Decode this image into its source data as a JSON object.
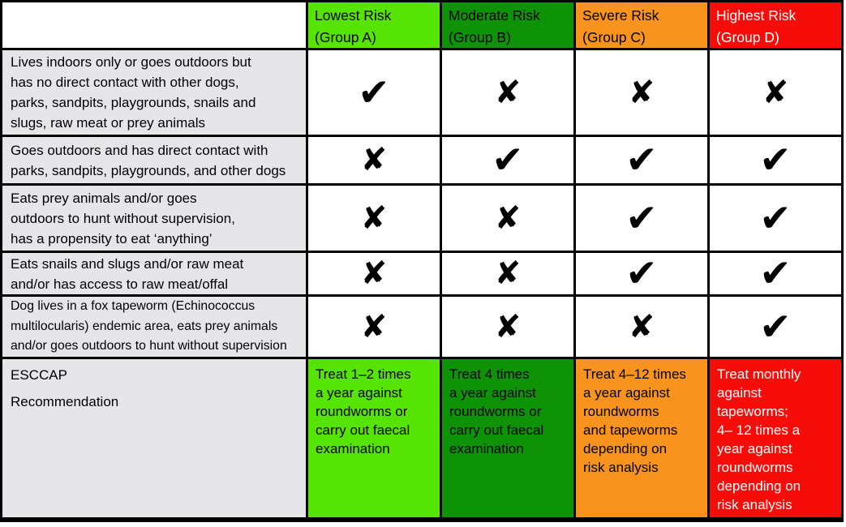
{
  "chart_data": {
    "type": "table",
    "column_headers": [
      {
        "line1": "Lowest Risk",
        "line2": "(Group A)",
        "group": "A"
      },
      {
        "line1": "Moderate Risk",
        "line2": "(Group B)",
        "group": "B"
      },
      {
        "line1": "Severe Risk",
        "line2": "(Group C)",
        "group": "C"
      },
      {
        "line1": "Highest Risk",
        "line2": "(Group D)",
        "group": "D"
      }
    ],
    "rows": [
      {
        "description": "Lives indoors only or goes outdoors but\nhas no direct contact with other dogs,\nparks, sandpits, playgrounds, snails and\nslugs, raw meat or prey animals",
        "marks": [
          "check",
          "cross",
          "cross",
          "cross"
        ]
      },
      {
        "description": "Goes outdoors and has direct contact with\nparks, sandpits, playgrounds, and other dogs",
        "marks": [
          "cross",
          "check",
          "check",
          "check"
        ]
      },
      {
        "description": "Eats prey animals and/or goes\noutdoors to hunt without supervision,\nhas a propensity to eat ‘anything’",
        "marks": [
          "cross",
          "cross",
          "check",
          "check"
        ]
      },
      {
        "description": "Eats snails and slugs and/or raw meat\nand/or has access to raw meat/offal",
        "marks": [
          "cross",
          "cross",
          "check",
          "check"
        ]
      },
      {
        "description": "Dog lives in a fox tapeworm (Echinococcus\nmultilocularis) endemic area, eats prey animals\nand/or goes outdoors to hunt without supervision",
        "marks": [
          "cross",
          "cross",
          "cross",
          "check"
        ]
      }
    ],
    "footer_row": {
      "label_line1": "ESCCAP",
      "label_line2": "Recommendation",
      "recommendations": [
        "Treat 1–2 times\na year against\nroundworms or\ncarry out faecal\nexamination",
        "Treat 4 times\na year against\nroundworms or\ncarry out faecal\nexamination",
        "Treat 4–12 times\na year against\nroundworms\nand tapeworms\ndepending on\nrisk analysis",
        "Treat monthly\nagainst\ntapeworms;\n4– 12 times a\nyear against\nroundworms\ndepending on\nrisk analysis"
      ]
    }
  },
  "colors": {
    "group_a": "#55e404",
    "group_b": "#0e9306",
    "group_c": "#f8941d",
    "group_d": "#f60d09",
    "row_label_bg": "#e6e5e8",
    "border": "#000000",
    "group_d_text": "#ffffff"
  },
  "icon_glyphs": {
    "check-icon": "✔",
    "cross-icon": "✘"
  }
}
